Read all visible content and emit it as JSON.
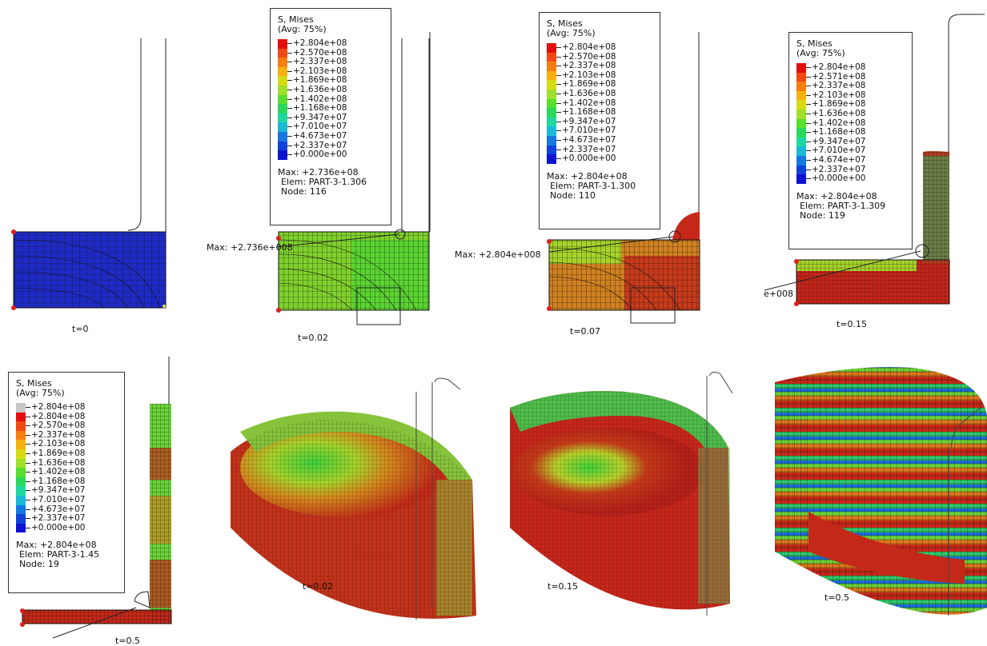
{
  "colors": {
    "blue": "#1f2ec8",
    "green": "#52c234",
    "yellowgreen": "#a6d22a",
    "orange": "#d8761c",
    "red": "#c32418",
    "contour": [
      "#c8c8c8",
      "#e30e0e",
      "#ef4a14",
      "#f57e12",
      "#f6b00f",
      "#d7db16",
      "#9fe02a",
      "#58df2e",
      "#2bd85d",
      "#1fd8a0",
      "#19b9d6",
      "#1578e0",
      "#1042da",
      "#0d12d0",
      "#333333"
    ]
  },
  "legend_common": {
    "title": "S, Mises",
    "subtitle": "(Avg: 75%)"
  },
  "legends": [
    {
      "id": "leg1",
      "values": [
        "+2.804e+08",
        "+2.570e+08",
        "+2.337e+08",
        "+2.103e+08",
        "+1.869e+08",
        "+1.636e+08",
        "+1.402e+08",
        "+1.168e+08",
        "+9.347e+07",
        "+7.010e+07",
        "+4.673e+07",
        "+2.337e+07",
        "+0.000e+00"
      ],
      "max": "Max: +2.736e+08",
      "elem": "Elem: PART-3-1.306",
      "node": "Node: 116"
    },
    {
      "id": "leg2",
      "values": [
        "+2.804e+08",
        "+2.570e+08",
        "+2.337e+08",
        "+2.103e+08",
        "+1.869e+08",
        "+1.636e+08",
        "+1.402e+08",
        "+1.168e+08",
        "+9.347e+07",
        "+7.010e+07",
        "+4.673e+07",
        "+2.337e+07",
        "+0.000e+00"
      ],
      "max": "Max: +2.804e+08",
      "elem": "Elem: PART-3-1.300",
      "node": "Node: 110"
    },
    {
      "id": "leg3",
      "values": [
        "+2.804e+08",
        "+2.571e+08",
        "+2.337e+08",
        "+2.103e+08",
        "+1.869e+08",
        "+1.636e+08",
        "+1.402e+08",
        "+1.168e+08",
        "+9.347e+07",
        "+7.010e+07",
        "+4.674e+07",
        "+2.337e+07",
        "+0.000e+00"
      ],
      "max": "Max: +2.804e+08",
      "elem": "Elem: PART-3-1.309",
      "node": "Node: 119"
    },
    {
      "id": "leg4",
      "values": [
        "+2.804e+08",
        "+2.804e+08",
        "+2.570e+08",
        "+2.337e+08",
        "+2.103e+08",
        "+1.869e+08",
        "+1.636e+08",
        "+1.402e+08",
        "+1.168e+08",
        "+9.347e+07",
        "+7.010e+07",
        "+4.673e+07",
        "+2.337e+07",
        "+0.000e+00"
      ],
      "max": "Max: +2.804e+08",
      "elem": "Elem: PART-3-1.45",
      "node": "Node: 19"
    }
  ],
  "max_tags": {
    "t002": "Max: +2.736e+008",
    "t007": "Max: +2.804e+008",
    "t015": "e+008"
  },
  "captions": {
    "t0": "t=0",
    "t002": "t=0.02",
    "t007": "t=0.07",
    "t015": "t=0.15",
    "t05": "t=0.5",
    "d002": "t=0.02",
    "d015": "t=0.15",
    "d05": "t=0.5"
  }
}
